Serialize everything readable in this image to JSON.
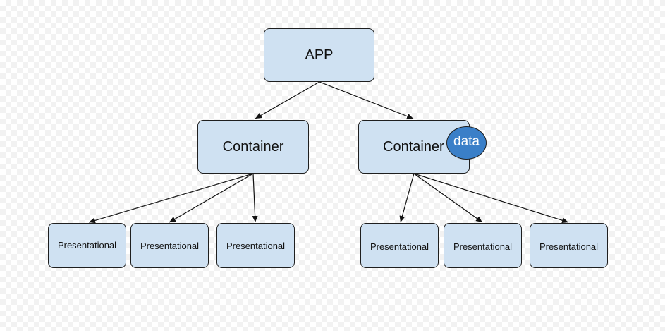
{
  "colors": {
    "node_fill": "#cfe1f2",
    "badge_fill": "#3a7fc8",
    "stroke": "#1f1f1f"
  },
  "nodes": {
    "app": "APP",
    "container_left": "Container",
    "container_right": "Container",
    "data_badge": "data",
    "presentational": [
      "Presentational",
      "Presentational",
      "Presentational",
      "Presentational",
      "Presentational",
      "Presentational"
    ]
  }
}
